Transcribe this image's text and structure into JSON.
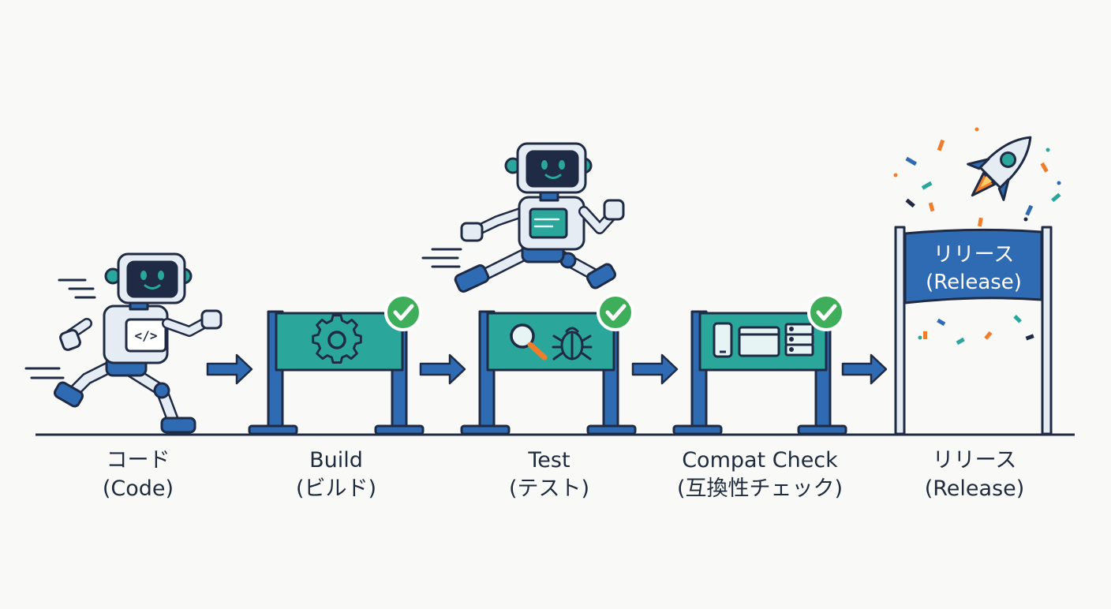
{
  "colors": {
    "navy": "#1f2a44",
    "blue": "#2f6bb3",
    "teal": "#2aa69b",
    "green": "#3fae5a",
    "orange": "#ef7d2b",
    "robot_body": "#e6ecf3"
  },
  "stages": [
    {
      "id": "code",
      "title": "コード",
      "subtitle": "(Code)",
      "icons": [
        "code-brackets-icon"
      ]
    },
    {
      "id": "build",
      "title": "Build",
      "subtitle": "(ビルド)",
      "icons": [
        "gear-icon"
      ],
      "passed": true
    },
    {
      "id": "test",
      "title": "Test",
      "subtitle": "(テスト)",
      "icons": [
        "magnifier-icon",
        "bug-icon"
      ],
      "passed": true
    },
    {
      "id": "compat",
      "title": "Compat Check",
      "subtitle": "(互換性チェック)",
      "icons": [
        "phone-icon",
        "browser-window-icon",
        "server-icon"
      ],
      "passed": true
    },
    {
      "id": "release",
      "title": "リリース",
      "subtitle": "(Release)",
      "icons": [
        "rocket-icon",
        "confetti-icon"
      ]
    }
  ],
  "release_banner": {
    "line1": "リリース",
    "line2": "(Release)"
  },
  "code_glyph": "</>"
}
